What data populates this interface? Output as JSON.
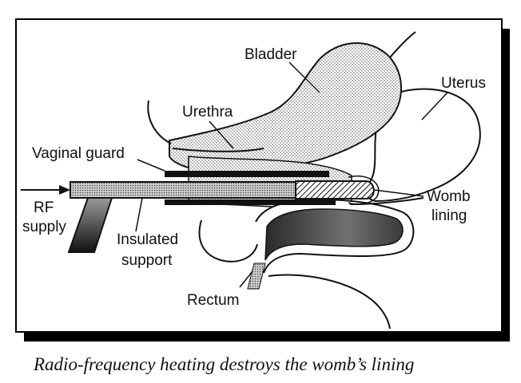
{
  "labels": {
    "bladder": "Bladder",
    "uterus": "Uterus",
    "urethra": "Urethra",
    "vaginal_guard": "Vaginal guard",
    "rf": "RF",
    "supply": "supply",
    "womb": "Womb",
    "lining": "lining",
    "insulated": "Insulated",
    "support": "support",
    "rectum": "Rectum"
  },
  "caption": "Radio-frequency heating destroys the womb’s lining",
  "colors": {
    "ink": "#111111",
    "frame_shadow": "#000000",
    "panel": "#ffffff"
  }
}
